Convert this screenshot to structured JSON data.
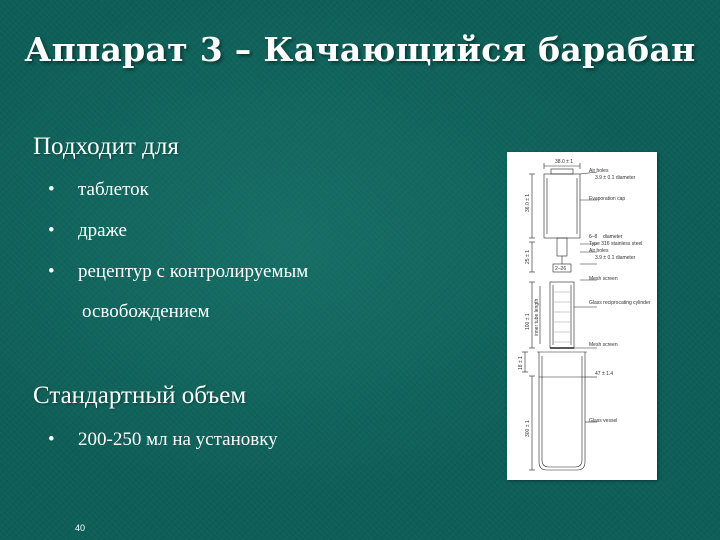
{
  "slide": {
    "title": "Аппарат 3 – Качающийся барабан",
    "section1": {
      "heading": "Подходит для",
      "bullets": [
        "таблеток",
        "драже",
        "рецептур с контролируемым"
      ],
      "bullet3_continuation": "освобождением"
    },
    "section2": {
      "heading": "Стандартный объем",
      "bullets": [
        "200-250 мл на установку"
      ]
    },
    "page_number": "40",
    "bullet_symbol": "•",
    "colors": {
      "background": "#0e5f58",
      "text": "#ffffff"
    }
  },
  "figure": {
    "labels": {
      "top_dim": "38.0 ± 1",
      "air_holes_1": "Air holes",
      "air_holes_1_dim": "3.9 ± 0.1 diameter",
      "evaporation_cap": "Evaporation cap",
      "left_dim_1": "36.0 ± 1",
      "dim_6_8": "6–8",
      "dim_6_8_note": "diameter",
      "stainless": "Type 316 stainless steel",
      "air_holes_2": "Air holes",
      "air_holes_2_dim": "3.9 ± 0.1 diameter",
      "left_dim_2": "25 ± 1",
      "dim_mid": "2–26",
      "mesh_screen_1": "Mesh screen",
      "glass_cylinder": "Glass reciprocating cylinder",
      "left_dim_3": "100 ± 1",
      "inner_tube": "inner tube length",
      "mesh_screen_2": "Mesh screen",
      "left_dim_4": "18 ± 1",
      "diameter_right": "47 ± 1.4",
      "left_dim_5": "300 ± 1",
      "glass_vessel": "Glass vessel"
    }
  }
}
